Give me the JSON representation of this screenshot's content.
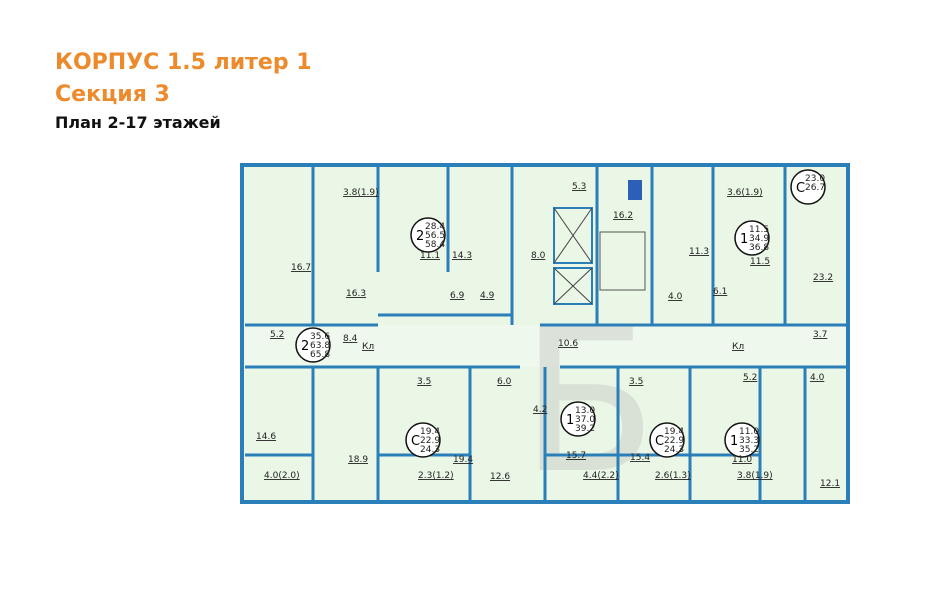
{
  "header": {
    "title": "КОРПУС 1.5 литер 1",
    "section": "Секция 3",
    "plan": "План 2-17 этажей"
  },
  "colors": {
    "title": "#ec8a2c",
    "wall": "#2b7fb8",
    "floor": "#eaf6e6"
  },
  "plan": {
    "apartments": [
      {
        "rooms": "2",
        "living": "28.4",
        "total": "56.5",
        "total_with_balcony": "58.4"
      },
      {
        "rooms": "2",
        "living": "35.6",
        "total": "63.8",
        "total_with_balcony": "65.8"
      },
      {
        "rooms": "1",
        "living": "11.5",
        "total": "34.9",
        "total_with_balcony": "36.8"
      },
      {
        "rooms": "С",
        "living": "23.0",
        "total": "26.7",
        "total_with_balcony": ""
      },
      {
        "rooms": "С",
        "living": "19.4",
        "total": "22.9",
        "total_with_balcony": "24.3"
      },
      {
        "rooms": "1",
        "living": "13.0",
        "total": "37.0",
        "total_with_balcony": "39.2"
      },
      {
        "rooms": "С",
        "living": "19.4",
        "total": "22.9",
        "total_with_balcony": "24.3"
      },
      {
        "rooms": "1",
        "living": "11.0",
        "total": "33.3",
        "total_with_balcony": "35.2"
      }
    ],
    "room_areas": [
      "16.7",
      "3.8(1.9)",
      "16.3",
      "11.1",
      "14.3",
      "6.9",
      "4.9",
      "8.0",
      "5.3",
      "16.2",
      "11.3",
      "11.5",
      "4.0",
      "6.1",
      "3.6(1.9)",
      "23.2",
      "3.7",
      "5.2",
      "8.4",
      "10.6",
      "14.6",
      "18.9",
      "4.0(2.0)",
      "3.5",
      "6.0",
      "4.2",
      "19.4",
      "2.3(1.2)",
      "12.6",
      "15.7",
      "3.5",
      "15.4",
      "4.4(2.2)",
      "2.6(1.3)",
      "5.2",
      "4.0",
      "11.0",
      "3.8(1.9)",
      "12.1",
      "Кл",
      "Кл"
    ],
    "watermark": "Б"
  }
}
